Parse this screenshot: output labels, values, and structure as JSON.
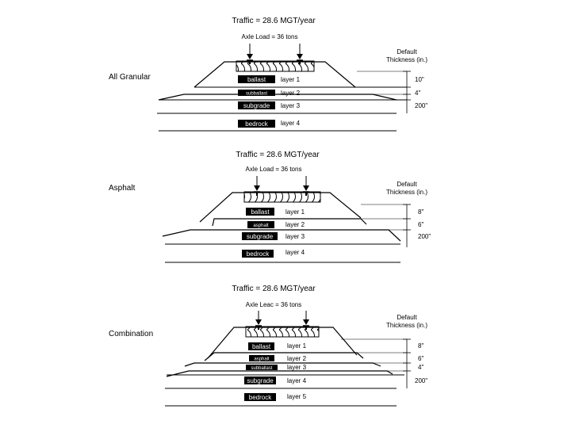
{
  "panels": [
    {
      "section_label": "All Granular",
      "traffic": "Traffic = 28.6 MGT/year",
      "axle_load": "Axle Load = 36 tons",
      "default_thickness": [
        "Default",
        "Thickness (in.)"
      ],
      "layers": [
        {
          "material": "ballast",
          "layer": "layer 1",
          "thickness": "10\""
        },
        {
          "material": "subballast",
          "layer": "layer 2",
          "thickness": "4\""
        },
        {
          "material": "subgrade",
          "layer": "layer 3",
          "thickness": "200\""
        },
        {
          "material": "bedrock",
          "layer": "layer 4",
          "thickness": ""
        }
      ]
    },
    {
      "section_label": "Asphalt",
      "traffic": "Traffic = 28.6 MGT/year",
      "axle_load": "Axle Load = 36 tons",
      "default_thickness": [
        "Default",
        "Thickness (in.)"
      ],
      "layers": [
        {
          "material": "ballast",
          "layer": "layer 1",
          "thickness": "8\""
        },
        {
          "material": "asphalt",
          "layer": "layer 2",
          "thickness": "6\""
        },
        {
          "material": "subgrade",
          "layer": "layer 3",
          "thickness": "200\""
        },
        {
          "material": "bedrock",
          "layer": "layer 4",
          "thickness": ""
        }
      ]
    },
    {
      "section_label": "Combination",
      "traffic": "Traffic = 28.6 MGT/year",
      "axle_load": "Axle Leac = 36 tons",
      "default_thickness": [
        "Default",
        "Thickness (in.)"
      ],
      "layers": [
        {
          "material": "ballast",
          "layer": "layer 1",
          "thickness": "8\""
        },
        {
          "material": "asphalt",
          "layer": "layer 2",
          "thickness": "6\""
        },
        {
          "material": "subballast",
          "layer": "layer 3",
          "thickness": "4\""
        },
        {
          "material": "subgrade",
          "layer": "layer 4",
          "thickness": "200\""
        },
        {
          "material": "bedrock",
          "layer": "layer 5",
          "thickness": ""
        }
      ]
    }
  ]
}
